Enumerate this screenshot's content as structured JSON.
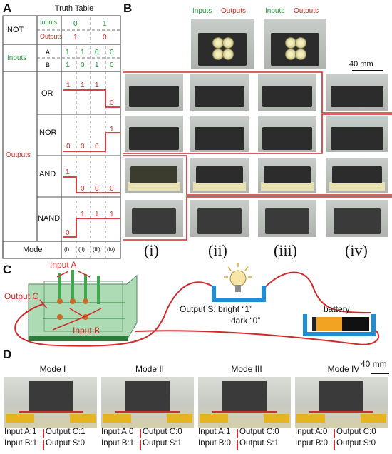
{
  "panels": {
    "a": "A",
    "b": "B",
    "c": "C",
    "d": "D"
  },
  "truth_table": {
    "title": "Truth Table",
    "not_label": "NOT",
    "not_inputs_label": "Inputs",
    "not_outputs_label": "Outputs",
    "not_inputs": [
      "0",
      "1"
    ],
    "not_outputs": [
      "1",
      "0"
    ],
    "inputs_label": "Inputs",
    "input_a_label": "A",
    "input_b_label": "B",
    "input_a": [
      "1",
      "1",
      "0",
      "0"
    ],
    "input_b": [
      "1",
      "0",
      "1",
      "0"
    ],
    "outputs_label": "Outputs",
    "gates": [
      {
        "name": "OR",
        "values": [
          "1",
          "1",
          "1",
          "0"
        ]
      },
      {
        "name": "NOR",
        "values": [
          "0",
          "0",
          "0",
          "1"
        ]
      },
      {
        "name": "AND",
        "values": [
          "1",
          "0",
          "0",
          "0"
        ]
      },
      {
        "name": "NAND",
        "values": [
          "0",
          "1",
          "1",
          "1"
        ]
      }
    ],
    "mode_label": "Mode",
    "modes": [
      "(i)",
      "(ii)",
      "(iii)",
      "(iv)"
    ]
  },
  "panel_b": {
    "inputs_label": "Inputs",
    "outputs_label": "Outputs",
    "scale": "40 mm",
    "modes": [
      "(i)",
      "(ii)",
      "(iii)",
      "(iv)"
    ]
  },
  "panel_c": {
    "input_a": "Input A",
    "input_b": "Input B",
    "output_c": "Output C",
    "output_s": "Output S",
    "bright": ": bright “1”",
    "dark": "dark “0”",
    "battery": "battery"
  },
  "panel_d": {
    "scale": "40 mm",
    "modes": [
      {
        "title": "Mode I",
        "in_a": "Input A:1",
        "out_c": "Output C:1",
        "in_b": "Input B:1",
        "out_s": "Output S:0"
      },
      {
        "title": "Mode II",
        "in_a": "Input A:0",
        "out_c": "Output C:0",
        "in_b": "Input B:1",
        "out_s": "Output S:1"
      },
      {
        "title": "Mode III",
        "in_a": "Input A:1",
        "out_c": "Output C:0",
        "in_b": "Input B:0",
        "out_s": "Output S:1"
      },
      {
        "title": "Mode IV",
        "in_a": "Input A:0",
        "out_c": "Output C:0",
        "in_b": "Input B:0",
        "out_s": "Output S:0"
      }
    ]
  },
  "colors": {
    "input_green": "#1f9a3a",
    "output_red": "#d22a2a",
    "grid": "#555555"
  }
}
